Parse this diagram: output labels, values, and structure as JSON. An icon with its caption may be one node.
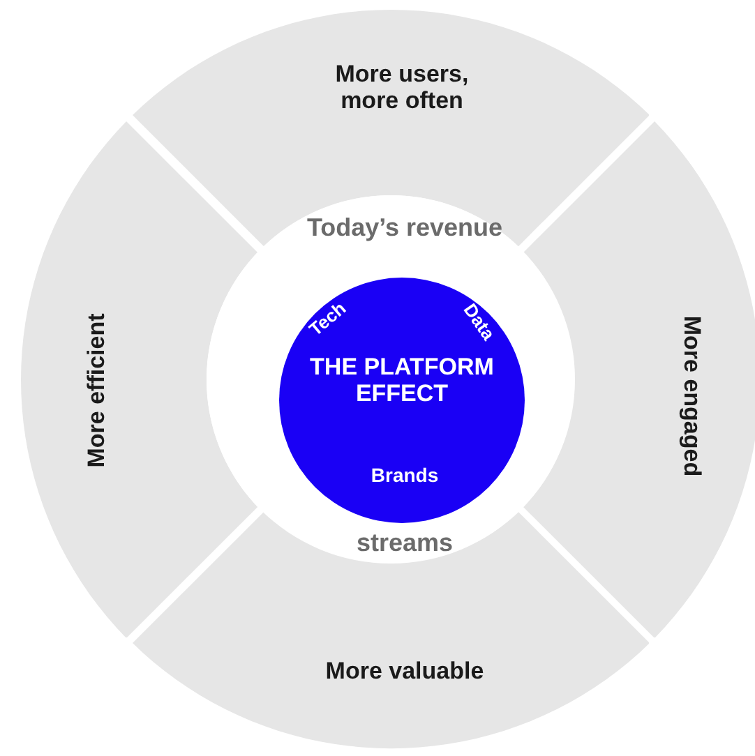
{
  "diagram": {
    "nodes": [
      {
        "text": [
          "More users, more often"
        ]
      },
      {
        "text": [
          "More engaged"
        ]
      },
      {
        "text": [
          "More valuable"
        ]
      },
      {
        "text": [
          "More efficient"
        ]
      },
      {
        "text": [
          "Today’s revenue",
          "streams"
        ]
      },
      {
        "text": [
          "Tech",
          "Data",
          "THE PLATFORM EFFECT",
          "Brands"
        ],
        "in": 4
      }
    ]
  }
}
